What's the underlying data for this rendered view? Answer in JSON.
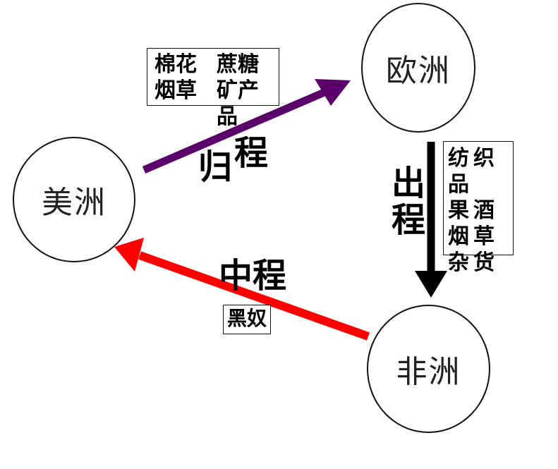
{
  "nodes": {
    "america": "美洲",
    "europe": "欧洲",
    "africa": "非洲"
  },
  "legs": {
    "return": {
      "char1": "归",
      "char2": "程",
      "color": "#5b006b"
    },
    "outbound": {
      "char1": "出",
      "char2": "程",
      "color": "#000000"
    },
    "middle": {
      "label": "中程",
      "color": "#ff0000"
    }
  },
  "cargo": {
    "america_to_europe": {
      "row1": [
        "棉花",
        "蔗糖"
      ],
      "row2": [
        "烟草",
        "矿产品"
      ]
    },
    "europe_to_africa": [
      "纺织品",
      "果酒",
      "烟草",
      "杂货"
    ],
    "africa_to_america": "黑奴"
  }
}
